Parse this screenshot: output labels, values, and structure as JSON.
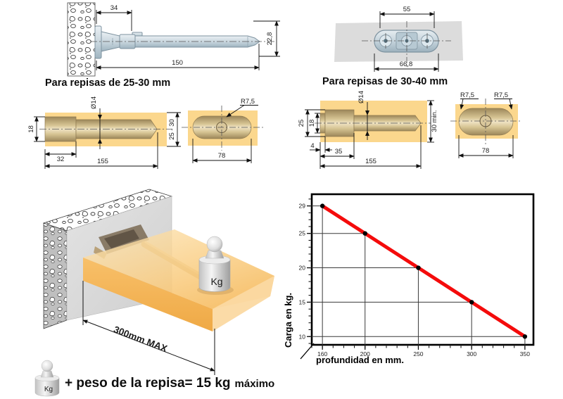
{
  "captions": {
    "left": "Para repisas de 25-30 mm",
    "right": "Para repisas de 30-40 mm"
  },
  "top_left_view": {
    "dim_anchor_depth": "34",
    "dim_length": "150",
    "dim_height": "22,8"
  },
  "top_right_view": {
    "dim_hole_spacing": "55",
    "dim_total_width": "66,8"
  },
  "section_25_30": {
    "side": {
      "dim_bore_diameter": "18",
      "dim_bore_depth": "32",
      "dim_total_depth": "155",
      "dim_channel_diameter": "Ø14",
      "dim_shelf_range": "25 - 30"
    },
    "face": {
      "dim_slot_width": "78",
      "dim_radius": "R7,5"
    }
  },
  "section_30_40": {
    "side": {
      "dim_outer_diameter": "25",
      "dim_inner_diameter": "18",
      "dim_recess": "4",
      "dim_bore_depth": "35",
      "dim_total_depth": "155",
      "dim_channel_diameter": "Ø14",
      "dim_shelf_min": "30 min."
    },
    "face": {
      "dim_slot_width": "78",
      "dim_radius_left": "R7,5",
      "dim_radius_right": "R7,5"
    }
  },
  "illustration": {
    "depth_label": "300mm MAX",
    "weight_label": "Kg",
    "small_weight_label": "Kg",
    "note_main": "+ peso de la repisa= 15 kg",
    "note_suffix": "máximo"
  },
  "chart_data": {
    "type": "line",
    "title": "",
    "xlabel": "profundidad en mm.",
    "ylabel": "Carga en kg.",
    "x": [
      160,
      200,
      250,
      300,
      350
    ],
    "y": [
      29,
      25,
      20,
      15,
      10
    ],
    "x_ticks": [
      160,
      200,
      250,
      300,
      350
    ],
    "y_ticks": [
      10,
      15,
      20,
      25,
      29
    ],
    "xlim": [
      150,
      358
    ],
    "ylim": [
      8.8,
      30.7
    ],
    "x_minor_step": 10,
    "y_minor_step": 1,
    "grid": false,
    "legend": null,
    "line_color": "#f40b0b",
    "marker_color": "#000000",
    "guide_color": "#3a3a3a"
  },
  "colors": {
    "accent_red": "#f40b0b",
    "shelf_orange": "#fbd78d",
    "bore_tan": "#c9b488",
    "steel_blue": "#c6d4dc",
    "wall_gray": "#dcdcdc"
  }
}
